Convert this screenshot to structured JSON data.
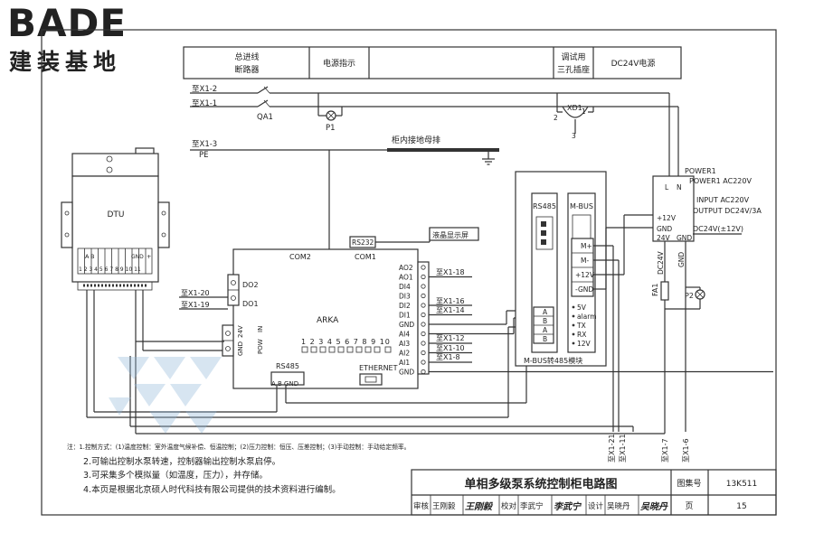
{
  "logo": {
    "brand": "BADE",
    "tagline": "建装基地",
    "brand_color": "#4d4d4d"
  },
  "top_table": {
    "cells": [
      "总进线",
      "断路器",
      "电源指示",
      "调试用",
      "三孔插座",
      "DC24V电源"
    ]
  },
  "wire_labels": {
    "x1_2": "至X1-2",
    "x1_1": "至X1-1",
    "qa1": "QA1",
    "p1": "P1",
    "xd1": "XD1",
    "xd1_pin1": "1",
    "xd1_pin2": "2",
    "xd1_pin3": "3",
    "x1_3": "至X1-3",
    "pe": "PE",
    "ground_bus": "柜内接地母排",
    "x1_20": "至X1-20",
    "x1_19": "至X1-19",
    "x1_18": "至X1-18",
    "x1_16": "至X1-16",
    "x1_14": "至X1-14",
    "x1_12": "至X1-12",
    "x1_10": "至X1-10",
    "x1_8": "至X1-8",
    "x1_21": "至X1-21",
    "x1_11": "至X1-11",
    "x1_7": "至X1-7",
    "x1_6": "至X1-6"
  },
  "dtu": {
    "label": "DTU",
    "term_a": "A",
    "term_b": "B",
    "term_gnd": "GND",
    "term_plus": "+",
    "pins": "1 2 3 4 5 6 7 8 9 10 11"
  },
  "arka": {
    "label": "ARKA",
    "com2": "COM2",
    "com1": "COM1",
    "rs232": "RS232",
    "lcd": "液晶显示屏",
    "do2": "DO2",
    "do1": "DO1",
    "gnd": "GND",
    "v24": "24V",
    "pow": "POW",
    "in": "IN",
    "rs485": "RS485",
    "rs485_pins": "A  B GND",
    "ethernet": "ETHERNET",
    "channels": "1 2 3 4 5 6 7 8 9 10",
    "right_terms": [
      "AO2",
      "AO1",
      "DI4",
      "DI3",
      "DI2",
      "DI1",
      "GND",
      "AI4",
      "AI3",
      "AI2",
      "AI1",
      "GND"
    ]
  },
  "mbus": {
    "rs485": "RS485",
    "mbus": "M-BUS",
    "module_label": "M-BUS转485模块",
    "left_terms": [
      "A",
      "B",
      "A",
      "B"
    ],
    "right_terms": [
      "M+",
      "M-",
      "+12V",
      "-GND"
    ],
    "bullets": [
      "5V",
      "alarm",
      "TX",
      "RX",
      "12V"
    ]
  },
  "power": {
    "power1": "POWER1",
    "power1_ac": "POWER1 AC220V",
    "l": "L",
    "n": "N",
    "input": "INPUT AC220V",
    "output": "OUTPUT DC24V/3A",
    "plus12": "+12V",
    "gnd": "GND",
    "dc24_pm12": "DC24V(±12V)",
    "v24": "24V",
    "gnd2": "GND",
    "dc24v": "DC24V",
    "gnd3": "GND",
    "fa1": "FA1",
    "p2": "P2"
  },
  "notes": [
    "注：1.控制方式：(1)温度控制：室外温度气候补偿、恒温控制；(2)压力控制：恒压、压差控制；(3)手动控制：手动给定频率。",
    "2.可输出控制水泵转速，控制器输出控制水泵启停。",
    "3.可采集多个模拟量（如温度，压力），并存储。",
    "4.本页是根据北京硕人时代科技有限公司提供的技术资料进行编制。"
  ],
  "title_block": {
    "title": "单相多级泵系统控制柜电路图",
    "atlas_label": "图集号",
    "atlas_no": "13K511",
    "review": "审核",
    "reviewer": "王刚毅",
    "reviewer_sign": "王刚毅",
    "check": "校对",
    "checker": "李武宁",
    "checker_sign": "李武宁",
    "design": "设计",
    "designer": "吴晓丹",
    "designer_sign": "吴晓丹",
    "page_label": "页",
    "page_no": "15"
  }
}
